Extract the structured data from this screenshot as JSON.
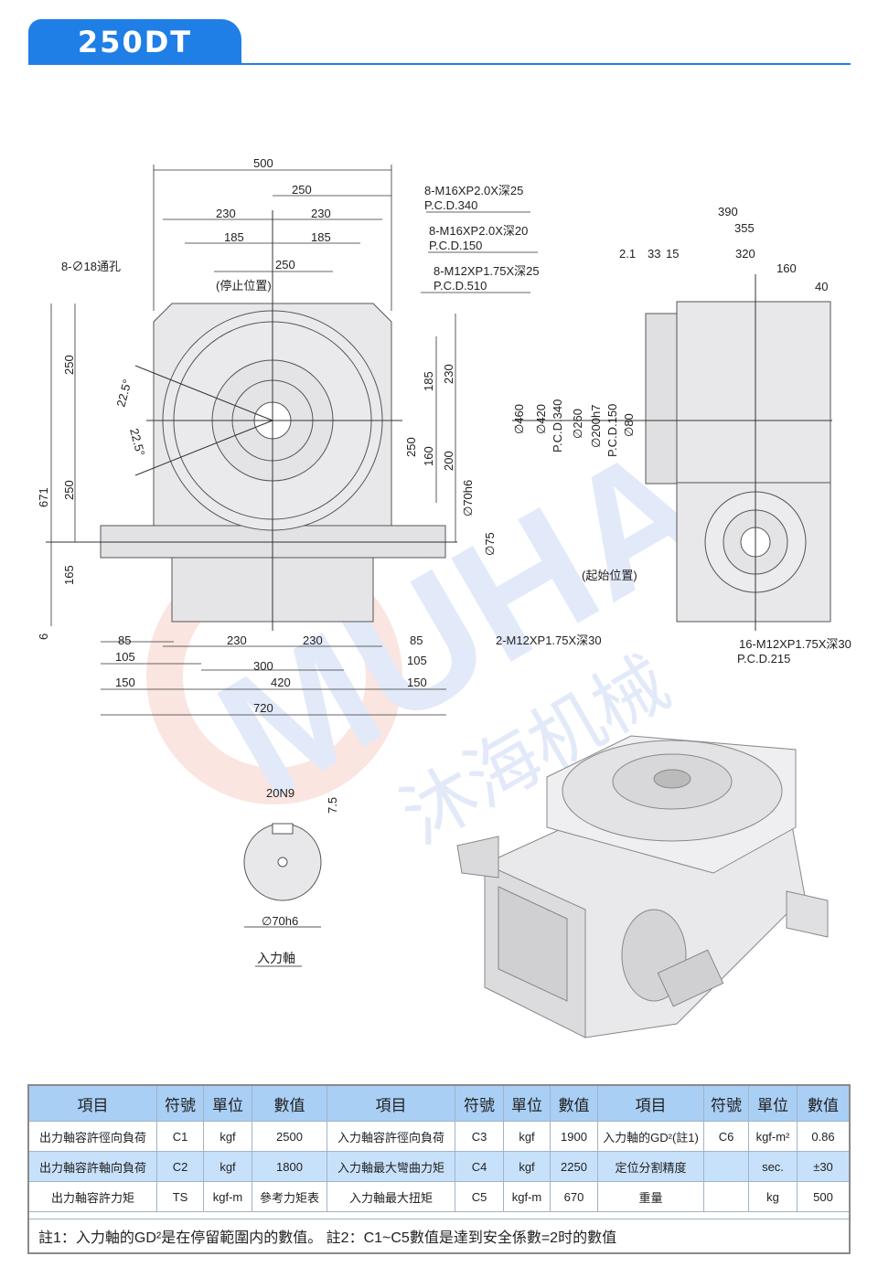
{
  "header": {
    "model": "250DT"
  },
  "watermark": {
    "brand": "MUHAI",
    "cn": "沐海机械"
  },
  "colors": {
    "accent": "#1f7fe6",
    "table_header": "#a9cff5",
    "table_alt": "#c8e1fb"
  },
  "front_view": {
    "dims_top": [
      "500",
      "250",
      "230",
      "230",
      "185",
      "185",
      "250"
    ],
    "stop_position": "(停止位置)",
    "through_holes": "8-∅18通孔",
    "callouts": [
      {
        "thread": "8-M16XP2.0X深25",
        "pcd": "P.C.D.340"
      },
      {
        "thread": "8-M16XP2.0X深20",
        "pcd": "P.C.D.150"
      },
      {
        "thread": "8-M12XP1.75X深25",
        "pcd": "P.C.D.510"
      }
    ],
    "dims_left": [
      "250",
      "250",
      "671",
      "165",
      "6"
    ],
    "angles": [
      "22.5°",
      "22.5°"
    ],
    "dims_right": [
      "185",
      "230",
      "250",
      "160",
      "200",
      "∅70h6",
      "∅75"
    ],
    "dims_bottom": [
      "85",
      "105",
      "230",
      "230",
      "85",
      "105",
      "300",
      "150",
      "420",
      "150",
      "720"
    ],
    "shaft_thread": "2-M12XP1.75X深30"
  },
  "side_view": {
    "dims_top": [
      "390",
      "355",
      "2.1",
      "33",
      "15",
      "320",
      "160",
      "40"
    ],
    "dims_left": [
      "∅460",
      "∅420",
      "P.C.D.340",
      "∅260",
      "∅200h7",
      "P.C.D.150",
      "∅80"
    ],
    "start_position": "(起始位置)",
    "callout": {
      "thread": "16-M12XP1.75X深30",
      "pcd": "P.C.D.215"
    }
  },
  "input_shaft": {
    "key": "20N9",
    "depth": "7.5",
    "dia": "∅70h6",
    "label": "入力軸"
  },
  "table": {
    "headers": [
      "項目",
      "符號",
      "單位",
      "數值",
      "項目",
      "符號",
      "單位",
      "數值",
      "項目",
      "符號",
      "單位",
      "數值"
    ],
    "rows": [
      [
        "出力軸容許徑向負荷",
        "C1",
        "kgf",
        "2500",
        "入力軸容許徑向負荷",
        "C3",
        "kgf",
        "1900",
        "入力軸的GD²(註1)",
        "C6",
        "kgf-m²",
        "0.86"
      ],
      [
        "出力軸容許軸向負荷",
        "C2",
        "kgf",
        "1800",
        "入力軸最大彎曲力矩",
        "C4",
        "kgf",
        "2250",
        "定位分割精度",
        "",
        "sec.",
        "±30"
      ],
      [
        "出力軸容許力矩",
        "TS",
        "kgf-m",
        "參考力矩表",
        "入力軸最大扭矩",
        "C5",
        "kgf-m",
        "670",
        "重量",
        "",
        "kg",
        "500"
      ]
    ],
    "note": "註1：入力軸的GD²是在停留範圍内的數值。 註2：C1~C5數值是達到安全係數=2时的數值"
  }
}
